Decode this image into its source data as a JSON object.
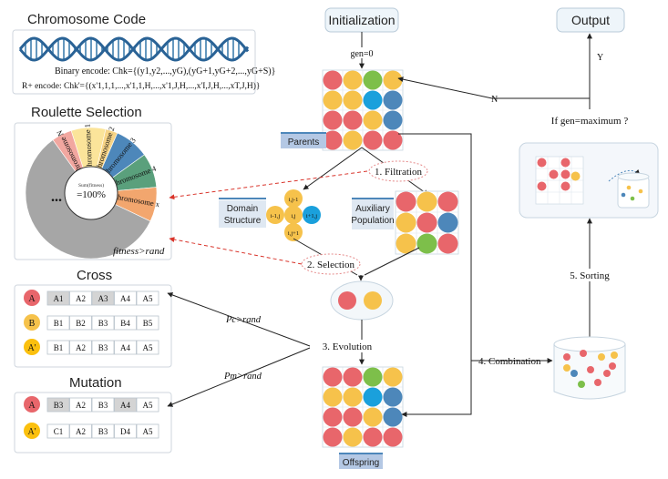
{
  "chromosome_code": {
    "title": "Chromosome Code",
    "binary_encode": "Binary encode: Chk={(y1,y2,...,yG),(yG+1,yG+2,...,yG+S)}",
    "real_encode": "R+ encode: Chk'={(x'1,1,1,...,x'1,1,H,...,x'1,J,H,...,x'I,J,H,...,xT,J,H)}"
  },
  "roulette": {
    "title": "Roulette Selection",
    "center_label_small": "Sum(fitness)",
    "center_label": "=100%",
    "ellipsis": "...",
    "slices": [
      {
        "label": "Chromosome 1",
        "color": "#fbe49a",
        "share": 0.085
      },
      {
        "label": "Chromosome 2",
        "color": "#f7d486",
        "share": 0.03
      },
      {
        "label": "Chromosome 3",
        "color": "#4d87ba",
        "share": 0.085
      },
      {
        "label": "Chromosome 4",
        "color": "#5aa07c",
        "share": 0.085
      },
      {
        "label": "Chromosome x",
        "color": "#f2a66e",
        "share": 0.085
      },
      {
        "label": "...",
        "color": "#a6a6a6",
        "share": 0.58
      },
      {
        "label": "Chromosome N",
        "color": "#f2a7a0",
        "share": 0.05
      }
    ],
    "condition": "fitness>rand"
  },
  "cross": {
    "title": "Cross",
    "rows": [
      {
        "tag": "A",
        "tag_color": "#e8666b",
        "cells": [
          "A1",
          "A2",
          "A3",
          "A4",
          "A5"
        ],
        "shaded": [
          0,
          2
        ]
      },
      {
        "tag": "B",
        "tag_color": "#f6c24b",
        "cells": [
          "B1",
          "B2",
          "B3",
          "B4",
          "B5"
        ],
        "shaded": []
      },
      {
        "tag": "A'",
        "tag_color": "#fbc00e",
        "cells": [
          "B1",
          "A2",
          "B3",
          "A4",
          "A5"
        ],
        "shaded": []
      }
    ]
  },
  "mutation": {
    "title": "Mutation",
    "rows": [
      {
        "tag": "A",
        "tag_color": "#e8666b",
        "cells": [
          "B3",
          "A2",
          "B3",
          "A4",
          "A5"
        ],
        "shaded": [
          0,
          3
        ]
      },
      {
        "tag": "A'",
        "tag_color": "#fbc00e",
        "cells": [
          "C1",
          "A2",
          "B3",
          "D4",
          "A5"
        ],
        "shaded": []
      }
    ]
  },
  "flow": {
    "initialization": "Initialization",
    "gen0": "gen=0",
    "parents": "Parents",
    "filtration": "1. Filtration",
    "domain_structure_1": "Domain",
    "domain_structure_2": "Structure",
    "auxiliary_1": "Auxiliary",
    "auxiliary_2": "Population",
    "selection": "2. Selection",
    "evolution": "3. Evolution",
    "pc": "Pc>rand",
    "pm": "Pm>rand",
    "offspring": "Offspring",
    "combination": "4. Combination",
    "sorting": "5. Sorting",
    "condition": "If gen=maximum ?",
    "yes": "Y",
    "no": "N",
    "output": "Output"
  },
  "domain_nodes": [
    "i,j-1",
    "i-1,j",
    "i,j",
    "i+1,j",
    "i,j+1"
  ],
  "colors": {
    "red": "#e8666b",
    "orange": "#f6c24b",
    "green": "#7dbf4a",
    "blue": "#1aa0dc",
    "steel": "#4d87ba",
    "label_bg": "#b4c8e4",
    "dash_red": "#d9342b"
  },
  "grids": {
    "parents": [
      [
        "red",
        "orange",
        "green",
        "orange"
      ],
      [
        "orange",
        "orange",
        "blue",
        "steel"
      ],
      [
        "red",
        "red",
        "orange",
        "steel"
      ],
      [
        "red",
        "orange",
        "red",
        "red"
      ]
    ],
    "offspring": [
      [
        "red",
        "red",
        "green",
        "orange"
      ],
      [
        "orange",
        "orange",
        "blue",
        "steel"
      ],
      [
        "red",
        "red",
        "orange",
        "steel"
      ],
      [
        "red",
        "orange",
        "red",
        "red"
      ]
    ],
    "auxiliary": [
      [
        "red",
        "orange",
        "red"
      ],
      [
        "orange",
        "red",
        "steel"
      ],
      [
        "orange",
        "green",
        "red"
      ]
    ]
  }
}
